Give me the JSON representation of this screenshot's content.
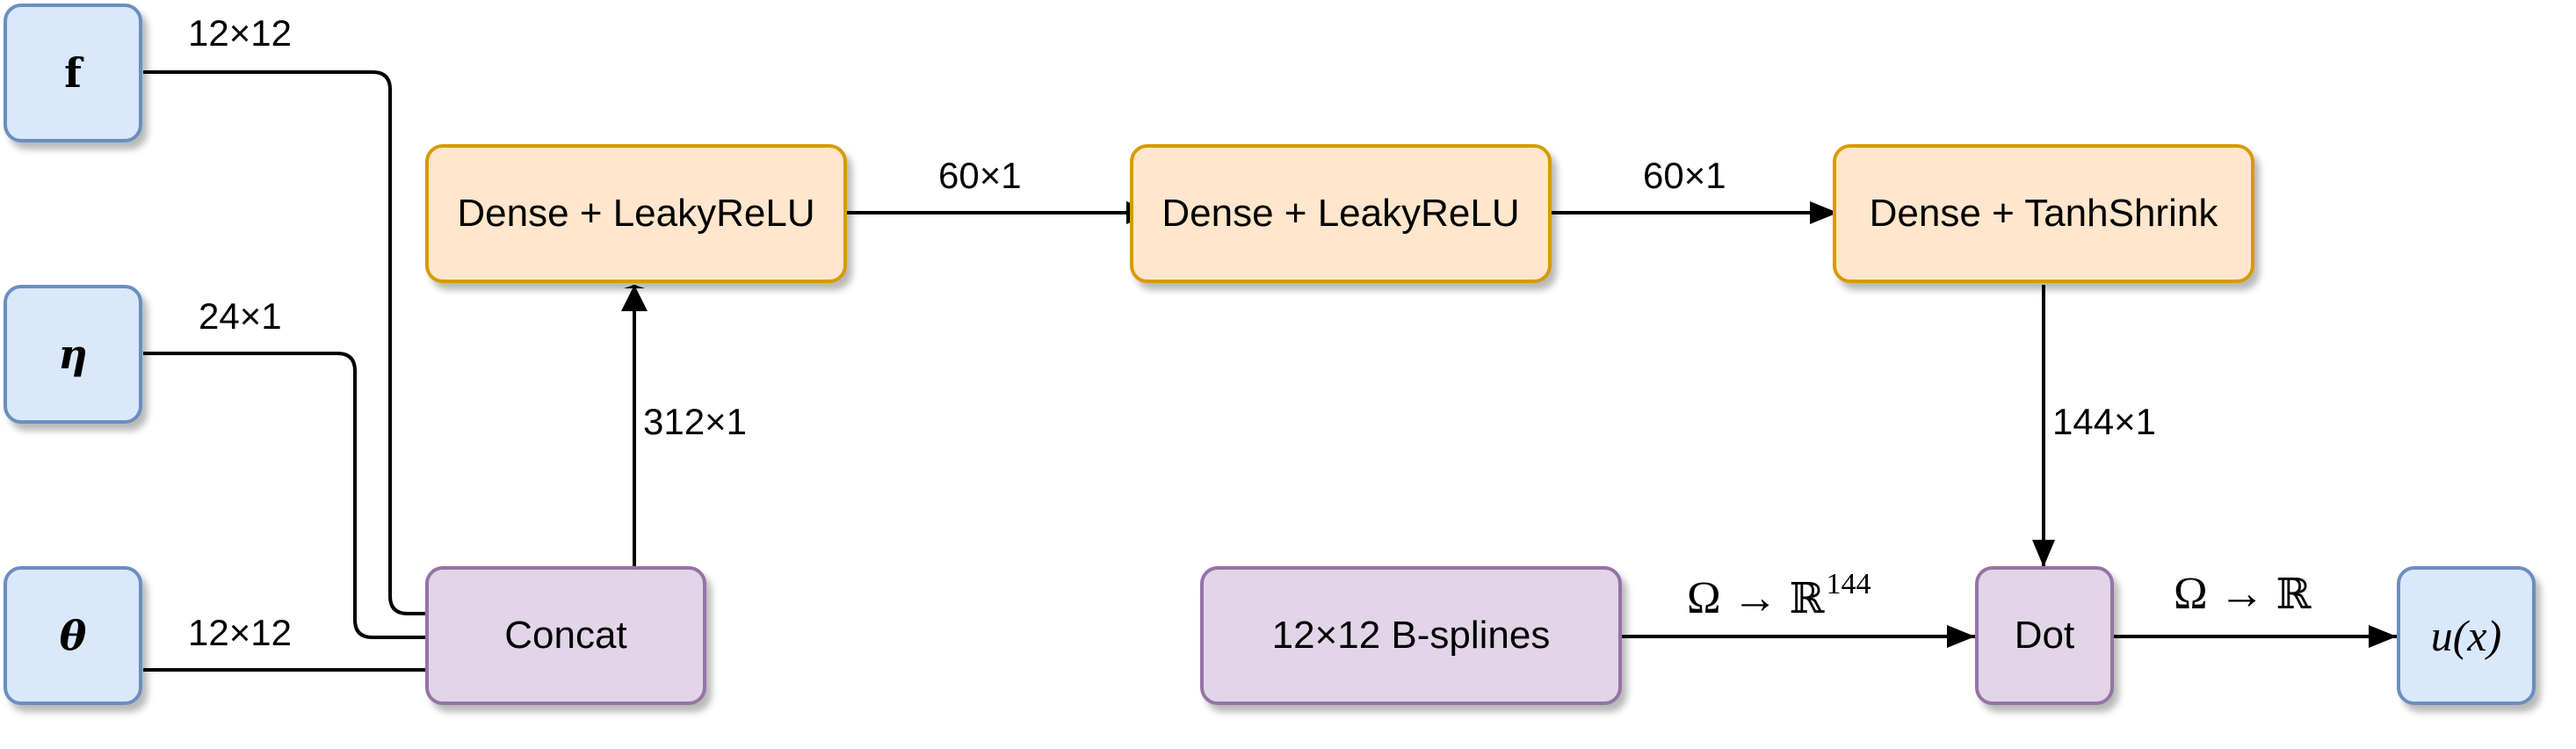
{
  "inputs": {
    "f": "f",
    "eta": "η",
    "theta": "θ"
  },
  "blocks": {
    "concat": "Concat",
    "dense1": "Dense + LeakyReLU",
    "dense2": "Dense + LeakyReLU",
    "dense3": "Dense + TanhShrink",
    "bsplines": "12×12 B-splines",
    "dot": "Dot",
    "output": "u(x)"
  },
  "edge_labels": {
    "f_to_concat": "12×12",
    "eta_to_concat": "24×1",
    "theta_to_concat": "12×12",
    "concat_to_dense1": "312×1",
    "dense1_to_dense2": "60×1",
    "dense2_to_dense3": "60×1",
    "dense3_to_dot": "144×1",
    "bsplines_to_dot": {
      "domain": "Ω",
      "arrow": "→",
      "codomain": "ℝ",
      "exponent": "144"
    },
    "dot_to_output": {
      "domain": "Ω",
      "arrow": "→",
      "codomain": "ℝ"
    }
  },
  "colors": {
    "input_fill": "#dae8fc",
    "input_stroke": "#6c8ebf",
    "dense_fill": "#ffe6cc",
    "dense_stroke": "#d79b00",
    "op_fill": "#e1d5e7",
    "op_stroke": "#9673a6",
    "edge": "#000000"
  }
}
